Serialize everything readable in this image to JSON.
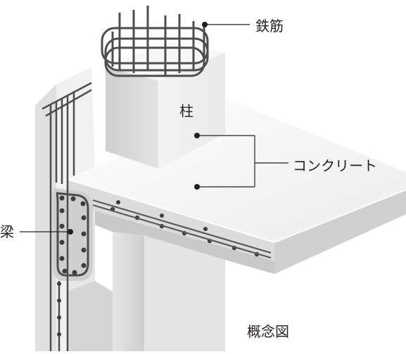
{
  "labels": {
    "rebar": "鉄筋",
    "column": "柱",
    "concrete": "コンクリート",
    "beam": "梁",
    "caption": "概念図"
  },
  "colors": {
    "concrete_light": "#f2f2f2",
    "concrete_mid": "#d9d9d9",
    "concrete_dark": "#bdbdbd",
    "rebar": "#4d4d4d",
    "leader": "#231f20"
  }
}
